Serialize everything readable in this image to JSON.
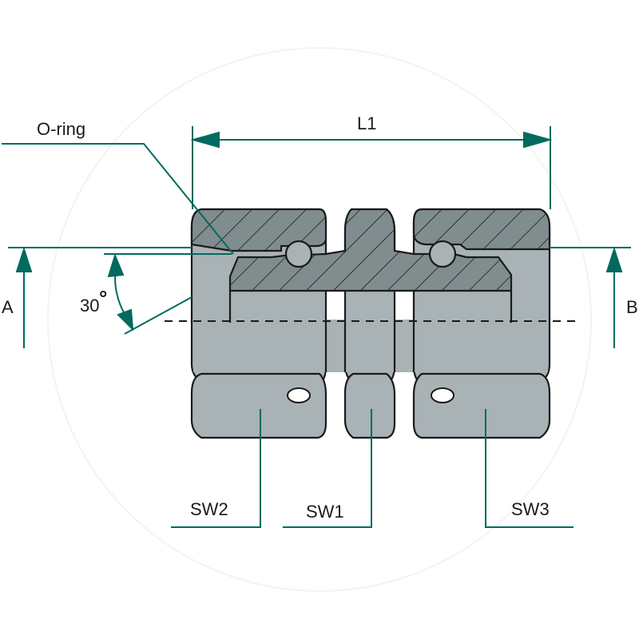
{
  "labels": {
    "o_ring": "O-ring",
    "l1": "L1",
    "a": "A",
    "b": "B",
    "angle": "30",
    "degree": "°",
    "sw1": "SW1",
    "sw2": "SW2",
    "sw3": "SW3"
  },
  "colors": {
    "body_fill": "#a9b2b5",
    "hatch_fill": "#7f8d8f",
    "outline": "#1a1a1a",
    "dimension": "#006a5e",
    "text": "#1a1a1a",
    "background": "#ffffff"
  }
}
